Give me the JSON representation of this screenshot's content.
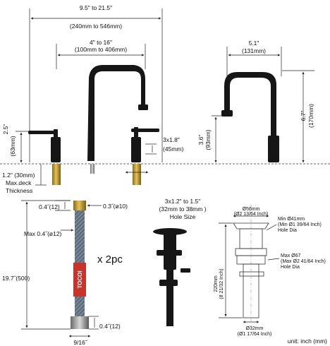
{
  "colors": {
    "matte_black": "#161616",
    "brass": "#c9a23a",
    "hose_red": "#c8342c",
    "hose_braid": "#6d7c8c",
    "dimension_line": "#222222"
  },
  "faucet": {
    "overall_width": "9.5\" to 21.5\"",
    "overall_width_mm": "(240mm to 546mm)",
    "center_spread": "4\" to 16\"",
    "center_spread_mm": "(100mm to 406mm)",
    "spout_reach": "5.1\"",
    "spout_reach_mm": "(131mm)",
    "spout_height": "6.7\"",
    "spout_height_mm": "(170mm)",
    "handle_height": "2.5\"",
    "handle_height_mm": "(63mm)",
    "spout_outlet_height": "3.6\"",
    "spout_outlet_height_mm": "(93mm)",
    "handle_base": "3x1.8\"",
    "handle_base_mm": "(45mm)",
    "deck_thickness": "1.2\" (30mm)",
    "deck_thickness_note_1": "Max.deck",
    "deck_thickness_note_2": "Thickness"
  },
  "hose": {
    "top_nut_height": "0.4˝(12)",
    "top_fitting_dia": "0.3˝(ø10)",
    "hose_dia": "Max 0.4˝(ø12)",
    "quantity": "x 2pc",
    "length": "19.7˝(500)",
    "bottom_nut_height": "0.4˝(12)",
    "thread_size": "9/16˝",
    "brand": "TOCOI"
  },
  "hole": {
    "size_line_1": "3x1.2\" to 1.5\"",
    "size_line_2": "(32mm to 38mm )",
    "size_line_3": "Hole Size"
  },
  "drain": {
    "top_dia": "Ø56mm",
    "top_dia_inch": "(Ø2 13/64 Inch)",
    "hole_min_1": "Min Ø41mm",
    "hole_min_2": "(Min Ø1 39/64 Inch)",
    "hole_min_3": "Hole Dia",
    "hole_max_1": "Max Ø67",
    "hole_max_2": "(Max Ø2 41/64 Inch)",
    "hole_max_3": "Hole Dia",
    "length": "220mm",
    "length_inch": "(8 21/32 Inch)",
    "bottom_dia": "Ø32mm",
    "bottom_dia_inch": "(Ø1 17/64 Inch)",
    "unit_note": "unit: inch (mm)"
  }
}
